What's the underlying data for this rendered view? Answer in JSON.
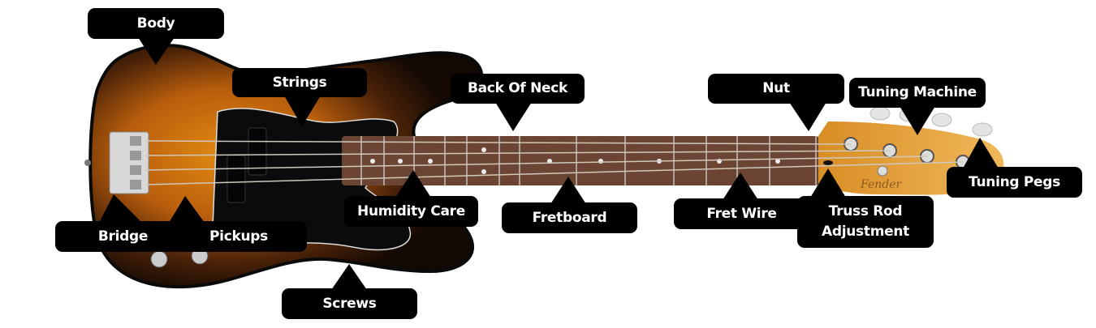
{
  "labels": {
    "body": "Body",
    "strings": "Strings",
    "back_of_neck": "Back Of Neck",
    "nut": "Nut",
    "tuning_machine": "Tuning Machine",
    "tuning_pegs": "Tuning Pegs",
    "humidity_care": "Humidity Care",
    "fretboard": "Fretboard",
    "fret_wire": "Fret Wire",
    "truss_rod": "Truss Rod Adjustment",
    "bridge": "Bridge",
    "pickups": "Pickups",
    "screws": "Screws"
  },
  "colors": {
    "label_bg": "#000000",
    "label_text": "#ffffff",
    "sunburst_center": "#d9820f",
    "sunburst_edge": "#1a0d05",
    "pickguard": "#0b0b0b",
    "fretboard": "#6b4433",
    "headstock": "#e8a43a"
  },
  "headstock_logo": "Fender"
}
